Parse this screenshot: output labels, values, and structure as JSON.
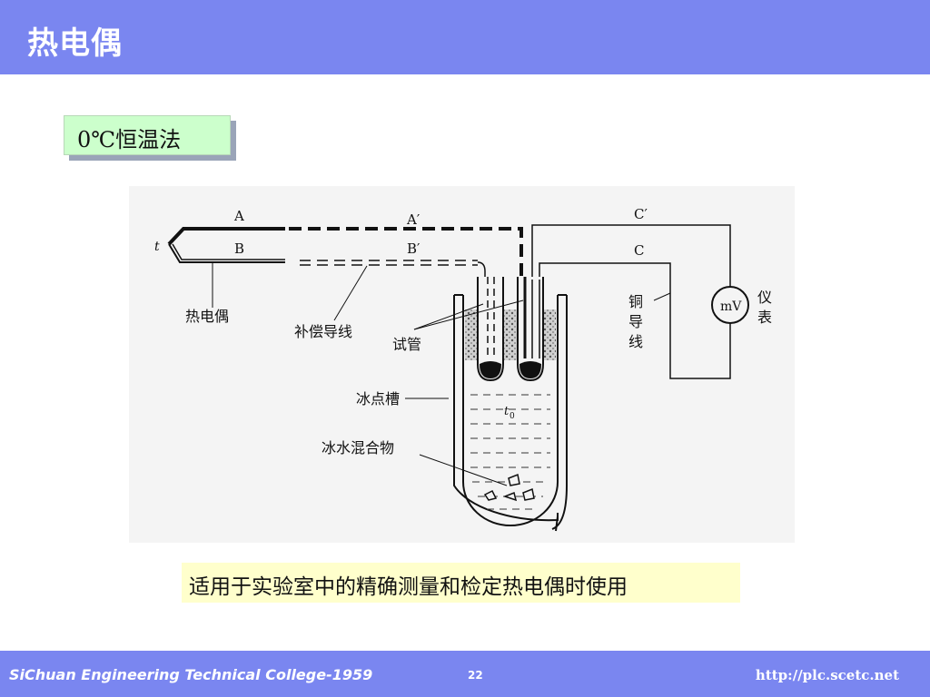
{
  "header": {
    "title": "热电偶"
  },
  "method": {
    "label": "0℃恒温法"
  },
  "diagram": {
    "wire_a": "A",
    "wire_a_prime": "A′",
    "wire_b": "B",
    "wire_b_prime": "B′",
    "wire_c_prime": "C′",
    "wire_c": "C",
    "hot_junction_temp": "t",
    "cold_junction_temp": "t",
    "cold_junction_sub": "0",
    "thermocouple": "热电偶",
    "compensation_wire": "补偿导线",
    "test_tube": "试管",
    "copper_wire": [
      "铜",
      "导",
      "线"
    ],
    "meter_symbol": "mV",
    "meter_label": [
      "仪",
      "表"
    ],
    "ice_bath": "冰点槽",
    "ice_water_mixture": "冰水混合物"
  },
  "caption": {
    "text": "适用于实验室中的精确测量和检定热电偶时使用"
  },
  "footer": {
    "college": "SiChuan Engineering Technical College-1959",
    "page_number": "22",
    "url": "http://plc.scetc.net"
  }
}
